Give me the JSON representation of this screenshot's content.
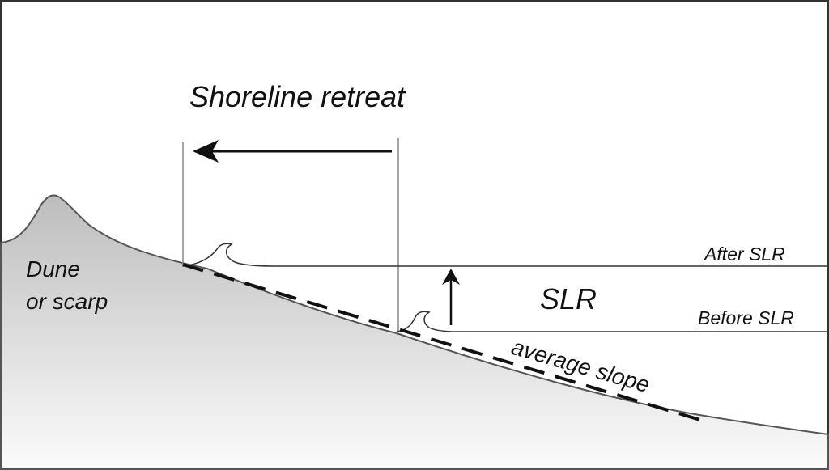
{
  "labels": {
    "shoreline_retreat": "Shoreline retreat",
    "dune_line1": "Dune",
    "dune_line2": "or scarp",
    "after_slr": "After SLR",
    "before_slr": "Before SLR",
    "slr": "SLR",
    "average_slope": "average slope"
  },
  "colors": {
    "land_top": "#bdbdbd",
    "land_bottom": "#fbfbfb",
    "outline": "#555555",
    "ink": "#111111",
    "guide": "#888888",
    "frame": "#333333"
  }
}
